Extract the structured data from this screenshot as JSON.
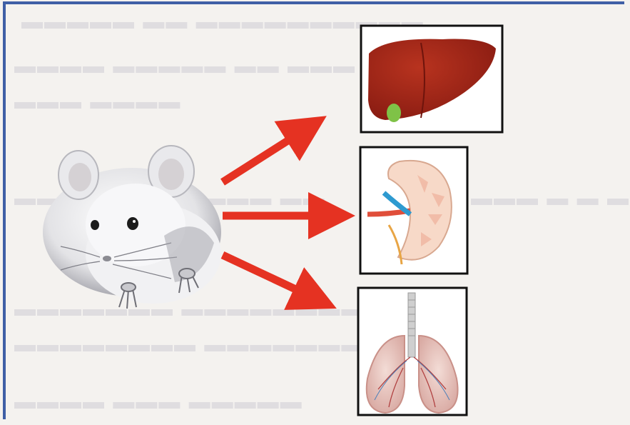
{
  "figure": {
    "subject": "mouse",
    "targets": [
      "liver",
      "kidney",
      "lungs"
    ],
    "colors": {
      "frame": "#3f5fa6",
      "arrow": "#e53222",
      "liver": "#a02518",
      "gallbladder": "#7fc247",
      "kidney_cortex": "#f7d9c8",
      "kidney_vein": "#2e9ad0",
      "kidney_artery": "#e04e3a",
      "lung": "#e9c9c2",
      "trachea": "#cfcfcf"
    }
  }
}
